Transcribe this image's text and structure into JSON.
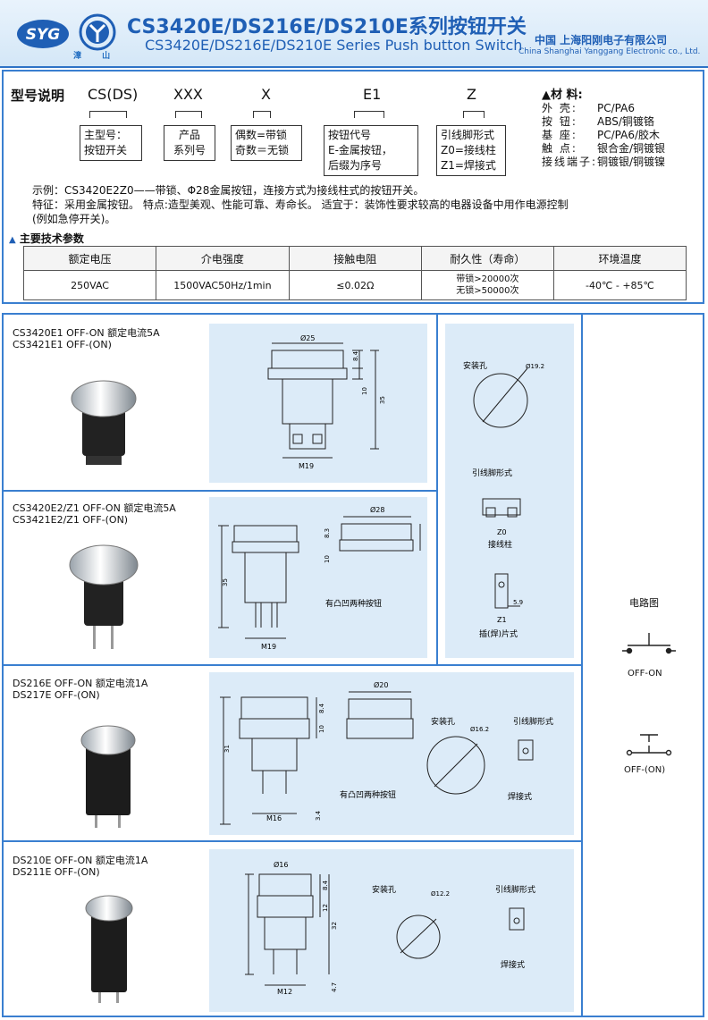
{
  "header": {
    "logo_text": "SYG",
    "logo2_sub": "漳 山",
    "title_cn": "CS3420E/DS216E/DS210E系列按钮开关",
    "title_en": "CS3420E/DS216E/DS210E Series Push button Switch",
    "company_cn": "中国  上海阳刚电子有限公司",
    "company_en": "China Shanghai Yanggang Electronic co., Ltd."
  },
  "model": {
    "label": "型号说明",
    "codes": [
      "CS(DS)",
      "XXX",
      "X",
      "E1",
      "Z"
    ],
    "boxes": [
      [
        "主型号：",
        "按钮开关"
      ],
      [
        "产品",
        "系列号"
      ],
      [
        "偶数=带锁",
        "奇数＝无锁"
      ],
      [
        "按钮代号",
        "E-金属按钮，",
        "后缀为序号"
      ],
      [
        "引线脚形式",
        "Z0=接线柱",
        "Z1=焊接式"
      ]
    ]
  },
  "materials": {
    "title": "▲材 料:",
    "rows": [
      {
        "k": "外    壳:",
        "v": "PC/PA6"
      },
      {
        "k": "按    钮:",
        "v": "ABS/铜镀铬"
      },
      {
        "k": "基    座:",
        "v": "PC/PA6/胶木"
      },
      {
        "k": "触    点:",
        "v": "银合金/铜镀银"
      },
      {
        "k": "接线端子:",
        "v": "铜镀银/铜镀镍"
      }
    ]
  },
  "notes": {
    "example": "示例：CS3420E2Z0——带锁、Φ28金属按钮，连接方式为接线柱式的按钮开关。",
    "feature": "特征：采用金属按钮。  特点:造型美观、性能可靠、寿命长。 适宜于：装饰性要求较高的电器设备中用作电源控制",
    "feature2": "(例如急停开关)。"
  },
  "specs": {
    "title": "主要技术参数",
    "headers": [
      "额定电压",
      "介电强度",
      "接触电阻",
      "耐久性（寿命）",
      "环境温度"
    ],
    "values": [
      "250VAC",
      "1500VAC50Hz/1min",
      "≤0.02Ω",
      "带锁>20000次",
      "-40℃ - +85℃"
    ],
    "values_extra": "无锁>50000次"
  },
  "products": [
    {
      "line1": "CS3420E1  OFF-ON       额定电流5A",
      "line2": "CS3421E1  OFF-(ON)"
    },
    {
      "line1": "CS3420E2/Z1  OFF-ON        额定电流5A",
      "line2": "CS3421E2/Z1  OFF-(ON)"
    },
    {
      "line1": "DS216E  OFF-ON       额定电流1A",
      "line2": "DS217E  OFF-(ON)"
    },
    {
      "line1": "DS210E  OFF-ON       额定电流1A",
      "line2": "DS211E  OFF-(ON)"
    }
  ],
  "drawings": {
    "p1": {
      "dia": "Ø25",
      "h1": "8.4",
      "h2": "10",
      "h3": "35",
      "m": "M19"
    },
    "p2": {
      "dia": "Ø28",
      "h1": "8.3",
      "h2": "10",
      "h3": "35",
      "m": "M19",
      "note": "有凸凹两种按钮"
    },
    "p3": {
      "dia": "Ø20",
      "h1": "8.4",
      "h2": "10",
      "h3": "31",
      "h4": "3.4",
      "m": "M16",
      "note": "有凸凹两种按钮",
      "hole": "安装孔",
      "hole_dia": "Ø16.2",
      "pin": "引线脚形式",
      "pin_type": "焊接式"
    },
    "p4": {
      "dia": "Ø16",
      "h1": "8.4",
      "h2": "12",
      "h3": "32",
      "h4": "4.7",
      "m": "M12",
      "hole": "安装孔",
      "hole_dia": "Ø12.2",
      "pin": "引线脚形式",
      "pin_type": "焊接式"
    }
  },
  "side": {
    "hole": "安装孔",
    "hole_dia": "Ø19.2",
    "pin": "引线脚形式",
    "z0": "Z0",
    "z0_name": "接线柱",
    "z1_dim": "5.9",
    "z1": "Z1",
    "z1_name": "插(焊)片式"
  },
  "circuit": {
    "title": "电路图",
    "off_on": "OFF-ON",
    "off_on_mom": "OFF-(ON)"
  },
  "colors": {
    "accent": "#1f5fb5",
    "border": "#3a7fd0",
    "panel": "#dcebf8"
  }
}
